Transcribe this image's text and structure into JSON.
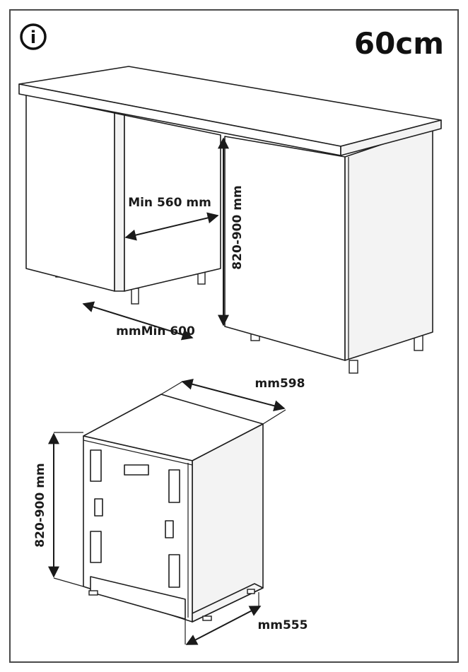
{
  "header": {
    "info_icon_glyph": "i",
    "size_label": "60cm"
  },
  "cabinet": {
    "width_label": "Min 560 mm",
    "height_label": "820-900 mm",
    "depth_label": "mmMin 600"
  },
  "dishwasher": {
    "width_label": "mm598",
    "height_label": "820-900 mm",
    "depth_label": "mm555"
  },
  "colors": {
    "line": "#1e1e1e",
    "frame": "#4a4a4a",
    "background": "#ffffff"
  }
}
